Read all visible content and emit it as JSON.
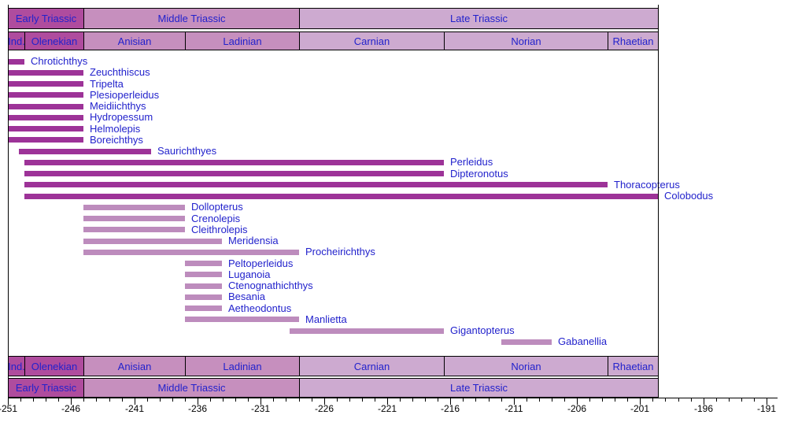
{
  "chart_data": {
    "type": "bar",
    "subtype": "stratigraphic-range-chart",
    "title": "",
    "xlabel": "",
    "ylabel": "",
    "xlim": [
      -251,
      -191
    ],
    "grid": false,
    "x_ticks_major": [
      -251,
      -246,
      -241,
      -236,
      -231,
      -226,
      -221,
      -216,
      -211,
      -206,
      -201,
      -196,
      -191
    ],
    "x_tick_labels": [
      "-251",
      "-246",
      "-241",
      "-236",
      "-231",
      "-226",
      "-221",
      "-216",
      "-211",
      "-206",
      "-201",
      "-196",
      "-191"
    ],
    "minor_tick_step": 1,
    "chart_end": -199.6,
    "periods": [
      {
        "label": "Early Triassic",
        "start": -251,
        "end": -245,
        "tone": "dark"
      },
      {
        "label": "Middle Triassic",
        "start": -245,
        "end": -228,
        "tone": "mid"
      },
      {
        "label": "Late Triassic",
        "start": -228,
        "end": -199.6,
        "tone": "light"
      }
    ],
    "stages": [
      {
        "label": "Ind.",
        "start": -251,
        "end": -249.7,
        "tone": "dark"
      },
      {
        "label": "Olenekian",
        "start": -249.7,
        "end": -245,
        "tone": "dark"
      },
      {
        "label": "Anisian",
        "start": -245,
        "end": -237,
        "tone": "mid"
      },
      {
        "label": "Ladinian",
        "start": -237,
        "end": -228,
        "tone": "mid"
      },
      {
        "label": "Carnian",
        "start": -228,
        "end": -216.5,
        "tone": "light"
      },
      {
        "label": "Norian",
        "start": -216.5,
        "end": -203.6,
        "tone": "light"
      },
      {
        "label": "Rhaetian",
        "start": -203.6,
        "end": -199.6,
        "tone": "light"
      }
    ],
    "taxa": [
      {
        "name": "Chrotichthys",
        "start": -251,
        "end": -249.7,
        "shade": "dark"
      },
      {
        "name": "Zeuchthiscus",
        "start": -251,
        "end": -245,
        "shade": "dark"
      },
      {
        "name": "Tripelta",
        "start": -251,
        "end": -245,
        "shade": "dark"
      },
      {
        "name": "Plesioperleidus",
        "start": -251,
        "end": -245,
        "shade": "dark"
      },
      {
        "name": "Meidiichthys",
        "start": -251,
        "end": -245,
        "shade": "dark"
      },
      {
        "name": "Hydropessum",
        "start": -251,
        "end": -245,
        "shade": "dark"
      },
      {
        "name": "Helmolepis",
        "start": -251,
        "end": -245,
        "shade": "dark"
      },
      {
        "name": "Boreichthys",
        "start": -251,
        "end": -245,
        "shade": "dark"
      },
      {
        "name": "Saurichthyes",
        "start": -250.1,
        "end": -239.7,
        "shade": "dark"
      },
      {
        "name": "Perleidus",
        "start": -249.7,
        "end": -216.5,
        "shade": "dark"
      },
      {
        "name": "Dipteronotus",
        "start": -249.7,
        "end": -216.5,
        "shade": "dark"
      },
      {
        "name": "Thoracopterus",
        "start": -249.7,
        "end": -203.6,
        "shade": "dark"
      },
      {
        "name": "Colobodus",
        "start": -249.7,
        "end": -199.6,
        "shade": "dark"
      },
      {
        "name": "Dollopterus",
        "start": -245,
        "end": -237,
        "shade": "light"
      },
      {
        "name": "Crenolepis",
        "start": -245,
        "end": -237,
        "shade": "light"
      },
      {
        "name": "Cleithrolepis",
        "start": -245,
        "end": -237,
        "shade": "light"
      },
      {
        "name": "Meridensia",
        "start": -245,
        "end": -234.1,
        "shade": "light"
      },
      {
        "name": "Procheirichthys",
        "start": -245,
        "end": -228,
        "shade": "light"
      },
      {
        "name": "Peltoperleidus",
        "start": -237,
        "end": -234.1,
        "shade": "light"
      },
      {
        "name": "Luganoia",
        "start": -237,
        "end": -234.1,
        "shade": "light"
      },
      {
        "name": "Ctenognathichthys",
        "start": -237,
        "end": -234.1,
        "shade": "light"
      },
      {
        "name": "Besania",
        "start": -237,
        "end": -234.1,
        "shade": "light"
      },
      {
        "name": "Aetheodontus",
        "start": -237,
        "end": -234.1,
        "shade": "light"
      },
      {
        "name": "Manlietta",
        "start": -237,
        "end": -228,
        "shade": "light"
      },
      {
        "name": "Gigantopterus",
        "start": -228.7,
        "end": -216.5,
        "shade": "light"
      },
      {
        "name": "Gabanellia",
        "start": -212,
        "end": -208,
        "shade": "light"
      }
    ],
    "colors": {
      "bar_dark": "#9d3398",
      "bar_light": "#bd8cbd",
      "cell_dark": "#af4c9e",
      "cell_mid": "#c68fbe",
      "cell_light": "#cdaad0",
      "label_text": "#2222cc",
      "axis_text": "#000000",
      "line": "#000000",
      "background": "#ffffff"
    }
  }
}
